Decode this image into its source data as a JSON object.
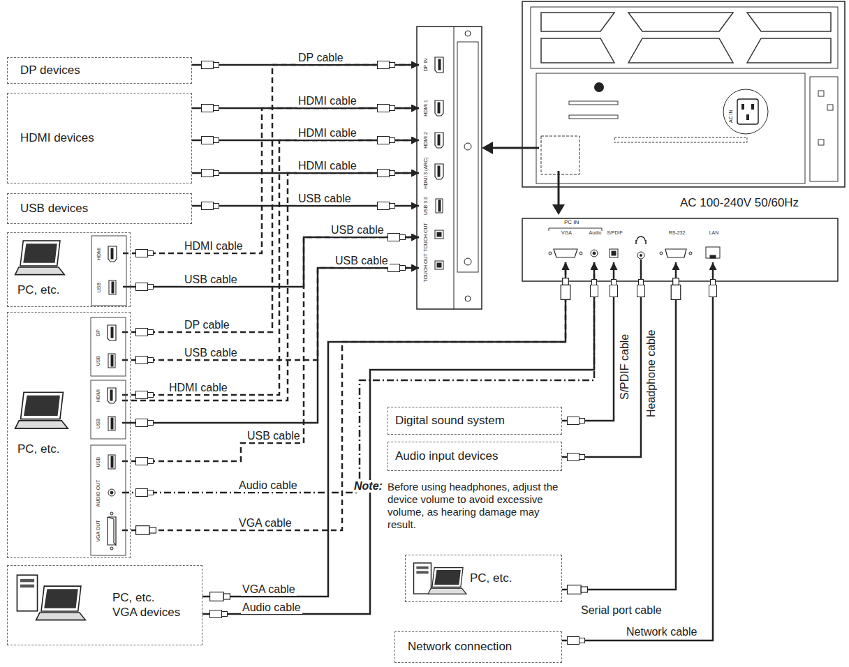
{
  "diagram": {
    "nodes": [
      {
        "text": [
          "DP devices"
        ]
      },
      {
        "text": [
          "HDMI devices"
        ]
      },
      {
        "text": [
          "USB devices"
        ]
      },
      {
        "text": [
          "PC, etc."
        ]
      },
      {
        "text": [
          "HDMI"
        ],
        "in": 3
      },
      {
        "text": [
          "USB"
        ],
        "in": 3
      },
      {
        "text": [
          "PC, etc."
        ]
      },
      {
        "text": [
          "DP"
        ],
        "in": 6
      },
      {
        "text": [
          "USB"
        ],
        "in": 6
      },
      {
        "text": [
          "HDMI"
        ],
        "in": 6
      },
      {
        "text": [
          "USB"
        ],
        "in": 6
      },
      {
        "text": [
          "USB"
        ],
        "in": 6
      },
      {
        "text": [
          "AUDIO OUT"
        ],
        "in": 6
      },
      {
        "text": [
          "VGA OUT"
        ],
        "in": 6
      },
      {
        "text": [
          "PC, etc. VGA devices"
        ]
      },
      {
        "text": [
          "DP IN"
        ]
      },
      {
        "text": [
          "HDMI 1"
        ]
      },
      {
        "text": [
          "HDMI 2"
        ]
      },
      {
        "text": [
          "HDMI 3 (ARC)"
        ]
      },
      {
        "text": [
          "USB 3.0"
        ]
      },
      {
        "text": [
          "TOUCH OUT"
        ]
      },
      {
        "text": [
          "TOUCH OUT"
        ]
      },
      {
        "text": [
          "VGA"
        ]
      },
      {
        "text": [
          "Audio"
        ]
      },
      {
        "text": [
          "S/PDIF"
        ]
      },
      {
        "text": [
          "RS-232"
        ]
      },
      {
        "text": [
          "LAN"
        ]
      },
      {
        "text": [
          "Digital sound system"
        ]
      },
      {
        "text": [
          "Audio input devices"
        ]
      },
      {
        "text": [
          "PC, etc."
        ]
      },
      {
        "text": [
          "Network connection"
        ]
      }
    ],
    "edges": [
      {
        "from": 0,
        "to": 15,
        "arrow": "to",
        "label": "DP cable"
      },
      {
        "from": 1,
        "to": 16,
        "arrow": "to",
        "label": "HDMI cable"
      },
      {
        "from": 1,
        "to": 17,
        "arrow": "to",
        "label": "HDMI cable"
      },
      {
        "from": 1,
        "to": 18,
        "arrow": "to",
        "label": "HDMI cable"
      },
      {
        "from": 2,
        "to": 19,
        "arrow": "to",
        "label": "USB cable"
      },
      {
        "from": 4,
        "to": 16,
        "arrow": "to",
        "label": "HDMI cable"
      },
      {
        "from": 5,
        "to": 20,
        "arrow": "to",
        "label": "USB cable"
      },
      {
        "from": 7,
        "to": 15,
        "arrow": "to",
        "label": "DP cable"
      },
      {
        "from": 8,
        "to": 21,
        "arrow": "to",
        "label": "USB cable"
      },
      {
        "from": 9,
        "to": 17,
        "arrow": "to",
        "label": "HDMI cable"
      },
      {
        "from": 9,
        "to": 18,
        "arrow": "to"
      },
      {
        "from": 10,
        "to": 21,
        "arrow": "to",
        "label": "USB cable"
      },
      {
        "from": 11,
        "to": 20,
        "arrow": "to",
        "label": "USB cable"
      },
      {
        "from": 12,
        "to": 23,
        "arrow": "to",
        "label": "Audio cable"
      },
      {
        "from": 13,
        "to": 22,
        "arrow": "to",
        "label": "VGA cable"
      },
      {
        "from": 14,
        "to": 22,
        "arrow": "to",
        "label": "VGA cable"
      },
      {
        "from": 14,
        "to": 23,
        "arrow": "to",
        "label": "Audio cable"
      },
      {
        "from": 27,
        "to": 24,
        "arrow": "to",
        "label": "S/PDIF cable"
      },
      {
        "from": 29,
        "to": 25,
        "arrow": "to",
        "label": "Serial port cable"
      },
      {
        "from": 30,
        "to": 26,
        "arrow": "to",
        "label": "Network cable"
      }
    ],
    "labels": [
      "USB cable",
      "PC IN",
      "AC IN",
      "AC 100-240V 50/60Hz",
      "Headphone cable",
      "Note:",
      "Before using headphones, adjust the device volume to avoid excessive volume, as hearing damage may result."
    ]
  }
}
